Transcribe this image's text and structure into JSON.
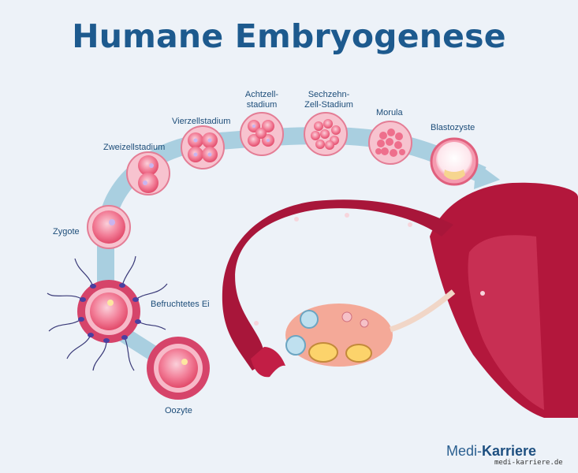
{
  "title": "Humane Embryogenese",
  "stages": {
    "oozyte": "Oozyte",
    "befruchtetes_ei": "Befruchtetes Ei",
    "zygote": "Zygote",
    "zweizellstadium": "Zweizellstadium",
    "vierzellstadium": "Vierzellstadium",
    "achtzell_line1": "Achtzell-",
    "achtzell_line2": "stadium",
    "sechzehn_line1": "Sechzehn-",
    "sechzehn_line2": "Zell-Stadium",
    "morula": "Morula",
    "blastozyste": "Blastozyste"
  },
  "brand": {
    "name_part1": "Medi-",
    "name_part2": "Karriere",
    "url": "medi-karriere.de"
  },
  "colors": {
    "title": "#1d5a8e",
    "path": "#a9cfe0",
    "cell": "#e8506e",
    "uterus": "#b3173c",
    "background": "#edf2f8"
  }
}
